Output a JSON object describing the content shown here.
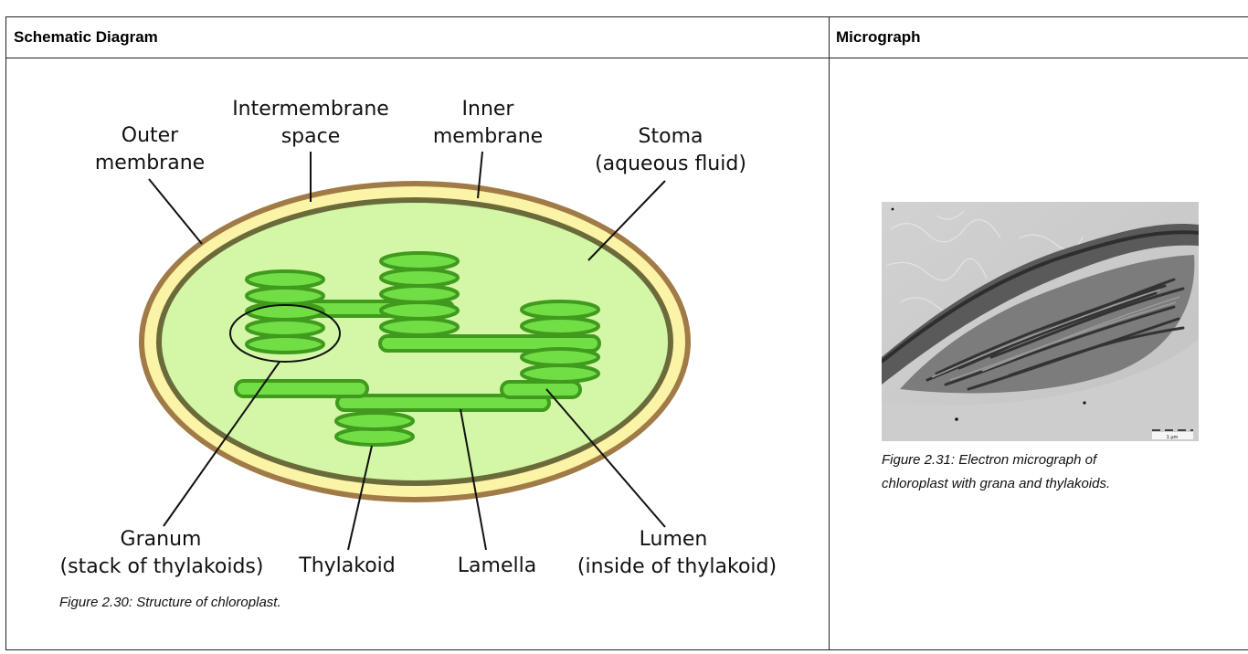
{
  "table": {
    "left_header": "Schematic Diagram",
    "right_header": "Micrograph"
  },
  "diagram": {
    "labels": {
      "outer_1": "Outer",
      "outer_2": "membrane",
      "inter_1": "Intermembrane",
      "inter_2": "space",
      "inner_1": "Inner",
      "inner_2": "membrane",
      "stoma_1": "Stoma",
      "stoma_2": "(aqueous fluid)",
      "granum_1": "Granum",
      "granum_2": "(stack of thylakoids)",
      "thylakoid": "Thylakoid",
      "lamella": "Lamella",
      "lumen_1": "Lumen",
      "lumen_2": "(inside of thylakoid)"
    },
    "caption": "Figure 2.30: Structure of chloroplast.",
    "colors": {
      "outer_membrane": "#a07a47",
      "intermembrane": "#fbf3a6",
      "inner_membrane": "#6b6a3b",
      "stroma": "#d3f7a6",
      "thylakoid_fill": "#72de45",
      "thylakoid_stroke": "#3f9a1e"
    }
  },
  "micrograph": {
    "caption_line1": "Figure 2.31: Electron micrograph of",
    "caption_line2": "chloroplast with grana and thylakoids.",
    "scale_text": "1 µm"
  }
}
